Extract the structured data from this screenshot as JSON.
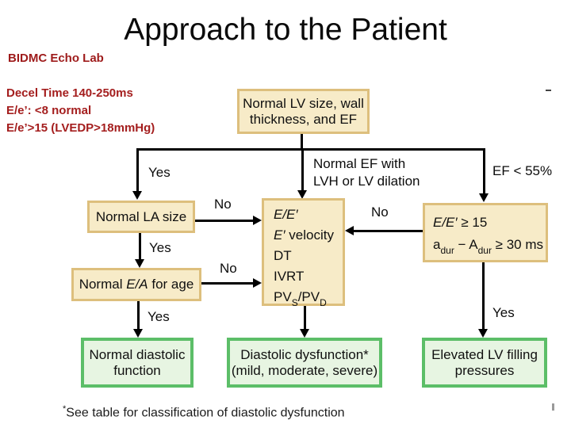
{
  "slide": {
    "title": "Approach to the Patient",
    "subtitle": "BIDMC Echo Lab",
    "notes": {
      "line1": "Decel Time 140-250ms",
      "line2": "E/e’: <8 normal",
      "line3": "E/e’>15 (LVEDP>18mmHg)"
    },
    "footnote_marker": "*",
    "footnote_text": "See table for classification of diastolic dysfunction"
  },
  "colors": {
    "red_text": "#a41e1e",
    "tan_fill": "#f7ebc8",
    "tan_border": "#ddbf7d",
    "green_fill": "#e7f5e2",
    "green_border": "#5cbe68",
    "line": "#000000"
  },
  "flowchart": {
    "nodes": {
      "top": {
        "line1": "Normal LV size, wall",
        "line2": "thickness, and EF"
      },
      "la": {
        "label": "Normal LA size"
      },
      "ea": {
        "pre": "Normal ",
        "it": "E/A",
        "post": " for age"
      },
      "mid": {
        "l1_it": "E/E′",
        "l2_it": "E′",
        "l2": " velocity",
        "l3": "DT",
        "l4": "IVRT",
        "l5a": "PV",
        "l5a_sub": "S",
        "l5b": "/PV",
        "l5b_sub": "D"
      },
      "right": {
        "l1_it": "E/E′",
        "l1": " ≥ 15",
        "l2a": "a",
        "l2a_sub": "dur",
        "l2b": " − A",
        "l2b_sub": "dur",
        "l2c": " ≥ 30 ms"
      },
      "out_normal": {
        "line1": "Normal diastolic",
        "line2": "function"
      },
      "out_dysfunction": {
        "line1": "Diastolic dysfunction*",
        "line2": "(mild, moderate, severe)"
      },
      "out_elevated": {
        "line1": "Elevated LV filling",
        "line2": "pressures"
      }
    },
    "edge_labels": {
      "yes_top_left": "Yes",
      "normal_ef_line1": "Normal EF with",
      "normal_ef_line2": "LVH or LV dilation",
      "ef_lt_55": "EF < 55%",
      "no_la": "No",
      "yes_la": "Yes",
      "no_ea": "No",
      "yes_ea": "Yes",
      "no_right": "No",
      "yes_right": "Yes"
    }
  }
}
